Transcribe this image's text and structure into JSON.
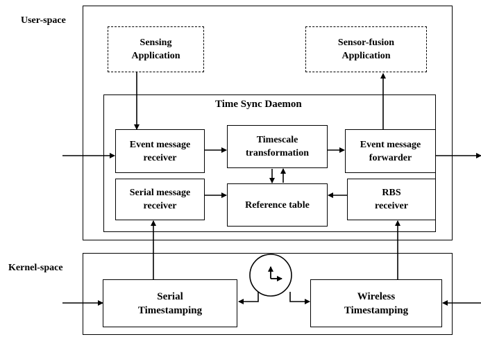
{
  "regions": {
    "user_space": "User-space",
    "kernel_space": "Kernel-space",
    "daemon": "Time Sync Daemon"
  },
  "blocks": {
    "sensing_app": [
      "Sensing",
      "Application"
    ],
    "fusion_app": [
      "Sensor-fusion",
      "Application"
    ],
    "event_receiver": [
      "Event message",
      "receiver"
    ],
    "timescale": [
      "Timescale",
      "transformation"
    ],
    "event_forwarder": [
      "Event message",
      "forwarder"
    ],
    "serial_receiver": [
      "Serial message",
      "receiver"
    ],
    "reference_table": [
      "Reference table"
    ],
    "rbs_receiver": [
      "RBS",
      "receiver"
    ],
    "serial_timestamping": [
      "Serial",
      "Timestamping"
    ],
    "wireless_timestamping": [
      "Wireless",
      "Timestamping"
    ]
  },
  "icons": {
    "clock": "clock-icon"
  }
}
